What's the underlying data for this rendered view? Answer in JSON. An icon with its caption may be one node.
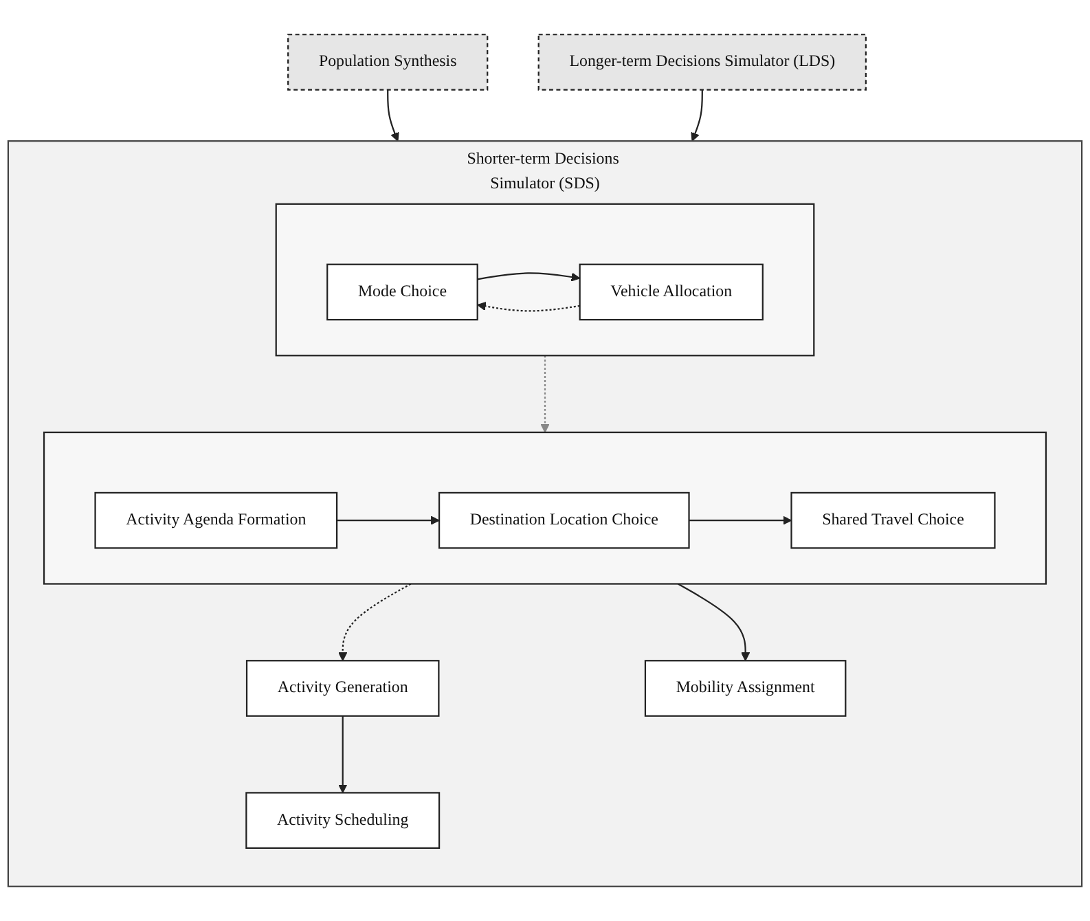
{
  "diagram": {
    "nodes": [
      {
        "text": [
          "Population Synthesis"
        ]
      },
      {
        "text": [
          "Longer-term Decisions Simulator (LDS)"
        ]
      },
      {
        "text": [
          "Shorter-term Decisions Simulator (SDS)"
        ]
      },
      {
        "text": [
          "Activity Generation"
        ],
        "in": 2
      },
      {
        "text": [
          "Activity Scheduling"
        ],
        "in": 2
      },
      {
        "text": [],
        "shape": "box",
        "in": 2
      },
      {
        "text": [
          "Activity Agenda Formation"
        ],
        "in": 5
      },
      {
        "text": [
          "Destination Location Choice"
        ],
        "in": 5
      },
      {
        "text": [
          "Shared Travel Choice"
        ],
        "in": 5
      },
      {
        "text": [
          "Mobility Assignment"
        ],
        "in": 2
      },
      {
        "text": [],
        "shape": "box",
        "in": 2
      },
      {
        "text": [
          "Mode Choice"
        ],
        "in": 10
      },
      {
        "text": [
          "Vehicle Allocation"
        ],
        "in": 10
      }
    ],
    "edges": [
      {
        "from": 0,
        "to": 2,
        "arrow": "to"
      },
      {
        "from": 1,
        "to": 2,
        "arrow": "to"
      },
      {
        "from": 3,
        "to": 4,
        "arrow": "to"
      },
      {
        "from": 6,
        "to": 7,
        "arrow": "to"
      },
      {
        "from": 7,
        "to": 8,
        "arrow": "to"
      },
      {
        "from": 5,
        "to": 3,
        "arrow": "to",
        "style": "dashed"
      },
      {
        "from": 5,
        "to": 9,
        "arrow": "to"
      },
      {
        "from": 11,
        "to": 12,
        "arrow": "to"
      },
      {
        "from": 12,
        "to": 11,
        "arrow": "to",
        "style": "dashed"
      },
      {
        "from": 10,
        "to": 5,
        "arrow": "to",
        "style": "dashed",
        "color": "#888888"
      }
    ]
  }
}
